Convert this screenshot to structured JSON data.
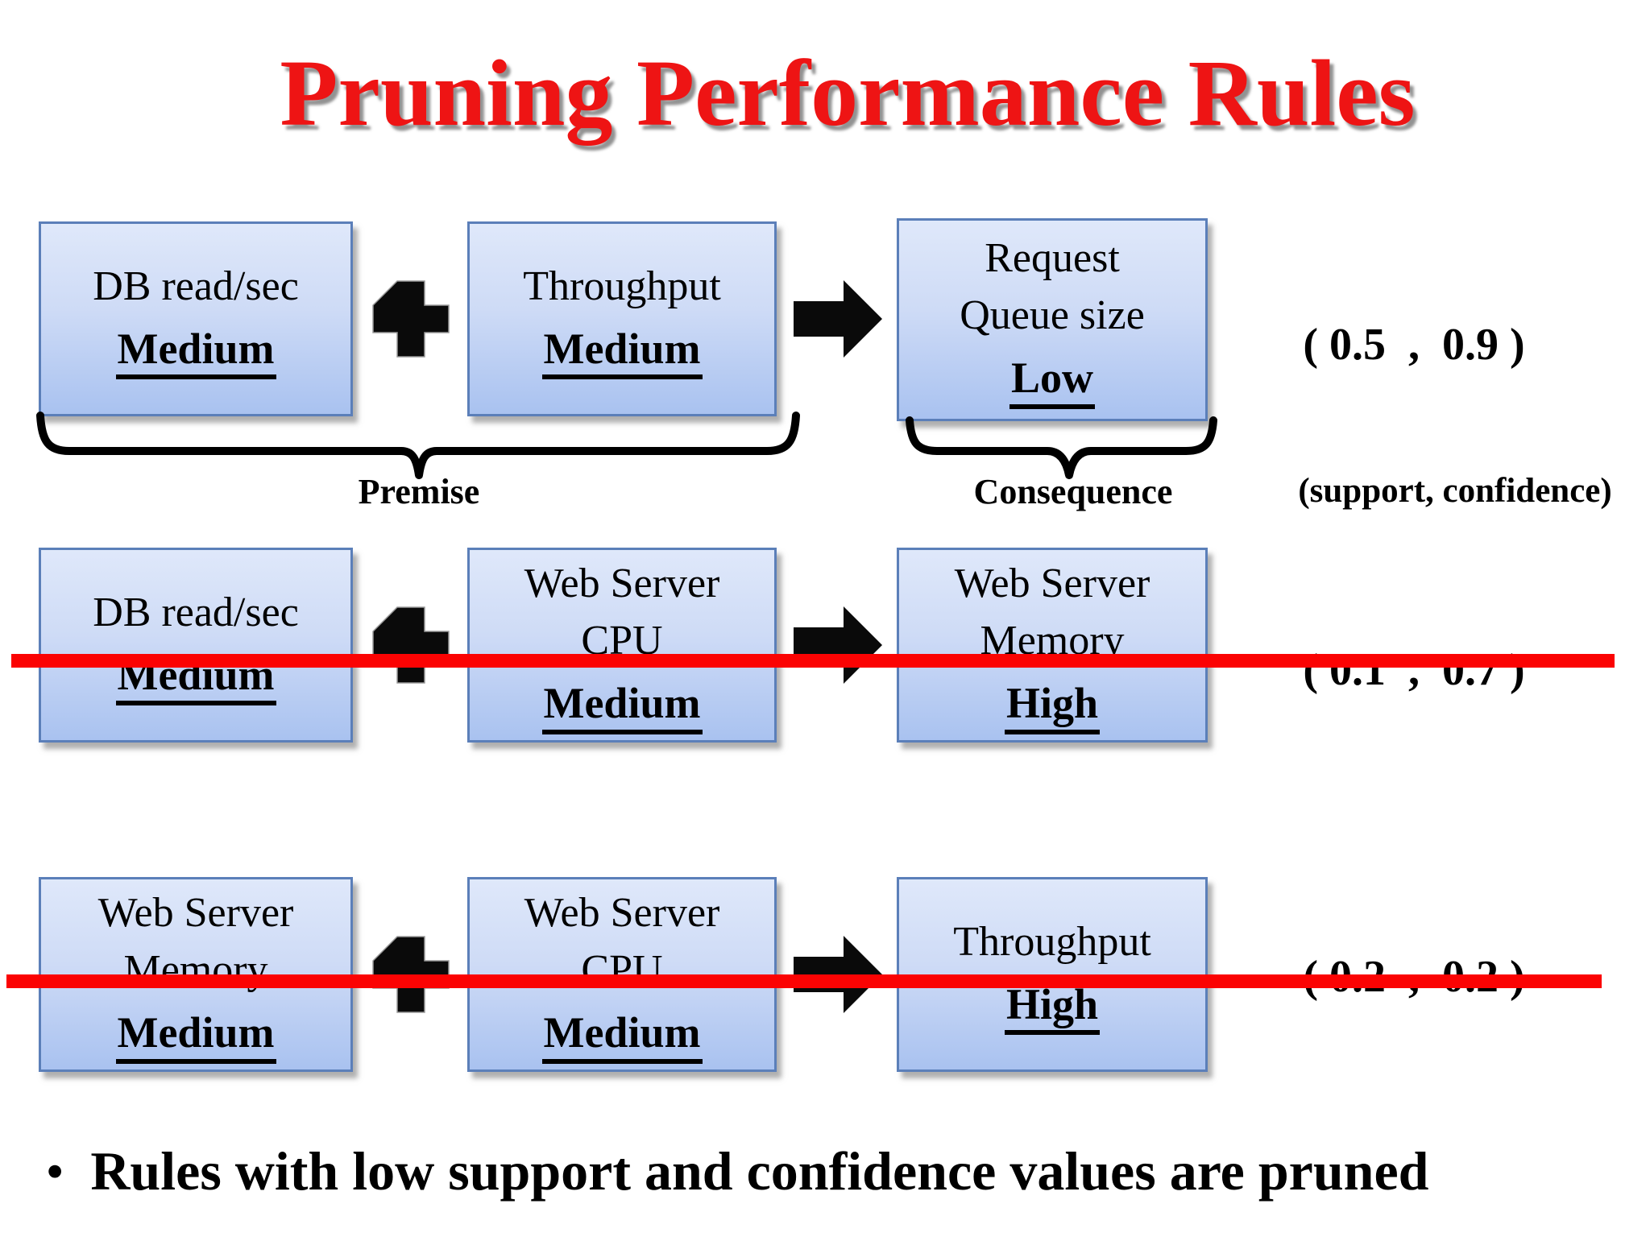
{
  "slide": {
    "title": "Pruning Performance Rules",
    "annotations": {
      "premise_label": "Premise",
      "consequence_label": "Consequence",
      "support_confidence_label": "(support, confidence)"
    },
    "bullet_glyph": "•",
    "footer_bullet": "Rules with low support and confidence values are pruned",
    "colors": {
      "title_red": "#ee1414",
      "prune_line_red": "#fb0303",
      "box_border_blue": "#5b7fb9",
      "box_fill_top": "#dfe8fa",
      "box_fill_bottom": "#a9c2f0"
    },
    "rules": [
      {
        "premise1": {
          "name": "DB read/sec",
          "level": "Medium"
        },
        "premise2": {
          "name": "Throughput",
          "level": "Medium"
        },
        "consequence": {
          "name": "Request\nQueue size",
          "level": "Low"
        },
        "support_confidence": "( 0.5  ,  0.9 )",
        "pruned": false
      },
      {
        "premise1": {
          "name": "DB read/sec",
          "level": "Medium"
        },
        "premise2": {
          "name": "Web Server\nCPU",
          "level": "Medium"
        },
        "consequence": {
          "name": "Web Server\nMemory",
          "level": "High"
        },
        "support_confidence": "( 0.1  ,  0.7 )",
        "pruned": true
      },
      {
        "premise1": {
          "name": "Web Server\nMemory",
          "level": "Medium"
        },
        "premise2": {
          "name": "Web Server\nCPU",
          "level": "Medium"
        },
        "consequence": {
          "name": "Throughput",
          "level": "High"
        },
        "support_confidence": "( 0.2  ,  0.2 )",
        "pruned": true
      }
    ]
  }
}
